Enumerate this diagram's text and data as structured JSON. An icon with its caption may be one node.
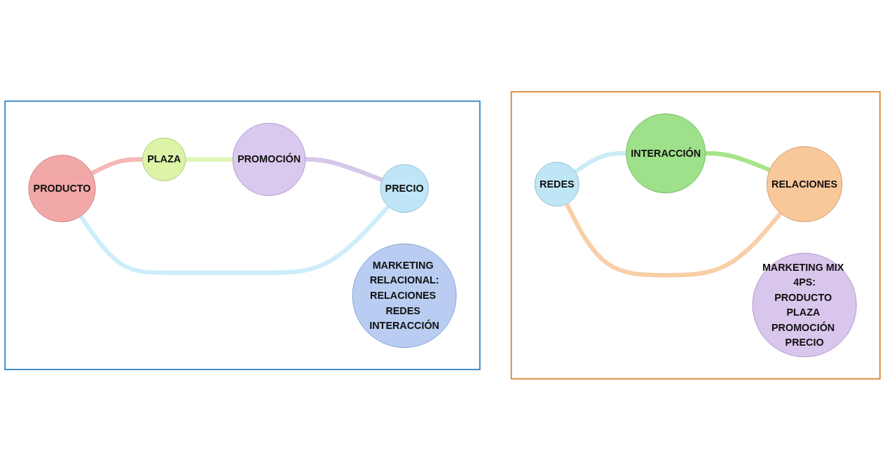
{
  "diagram": {
    "nodes": [
      {
        "text": [],
        "shape": "box"
      },
      {
        "text": [
          "REDES"
        ],
        "in": 0
      },
      {
        "text": [
          "MARKETING MIX 4PS:",
          "PRODUCTO PLAZA PROMOCIÓN PRECIO"
        ],
        "in": 0
      },
      {
        "text": [
          "RELACIONES"
        ],
        "in": 0
      },
      {
        "text": [
          "INTERACCIÓN"
        ],
        "in": 0
      },
      {
        "text": [],
        "shape": "box"
      },
      {
        "text": [
          "PRODUCTO"
        ],
        "in": 5
      },
      {
        "text": [
          "PRECIO"
        ],
        "in": 5
      },
      {
        "text": [
          "MARKETING RELACIONAL:",
          "RELACIONES REDES INTERACCIÓN"
        ],
        "in": 5
      },
      {
        "text": [
          "PLAZA"
        ],
        "in": 5
      },
      {
        "text": [
          "PROMOCIÓN"
        ],
        "in": 5
      }
    ],
    "edges": [
      {
        "from": 1,
        "to": 4,
        "arrow": "none",
        "color": "#c9ecf7"
      },
      {
        "from": 4,
        "to": 3,
        "arrow": "none",
        "color": "#a6e58a"
      },
      {
        "from": 3,
        "to": 1,
        "arrow": "none",
        "color": "#f9cfa8"
      },
      {
        "from": 6,
        "to": 9,
        "arrow": "none",
        "color": "#f5b8b8"
      },
      {
        "from": 9,
        "to": 10,
        "arrow": "none",
        "color": "#dff5b8"
      },
      {
        "from": 10,
        "to": 7,
        "arrow": "none",
        "color": "#d6c8e8"
      },
      {
        "from": 7,
        "to": 6,
        "arrow": "none",
        "color": "#cdeefa"
      }
    ]
  }
}
